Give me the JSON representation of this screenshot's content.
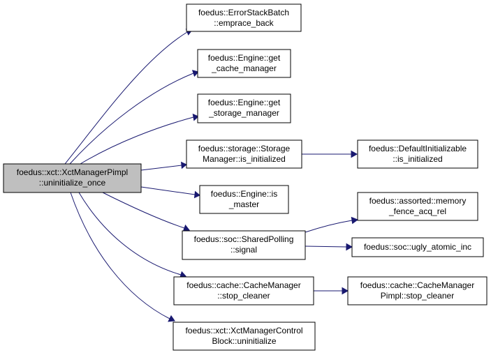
{
  "colors": {
    "edge": "#191970",
    "root_fill": "#bfbfbf",
    "node_fill": "#ffffff",
    "node_border": "#000000"
  },
  "nodes": {
    "root": {
      "line1": "foedus::xct::XctManagerPimpl",
      "line2": "::uninitialize_once"
    },
    "errstack": {
      "line1": "foedus::ErrorStackBatch",
      "line2": "::emprace_back"
    },
    "getcache": {
      "line1": "foedus::Engine::get",
      "line2": "_cache_manager"
    },
    "getstorage": {
      "line1": "foedus::Engine::get",
      "line2": "_storage_manager"
    },
    "storagemgr": {
      "line1": "foedus::storage::Storage",
      "line2": "Manager::is_initialized"
    },
    "ismaster": {
      "line1": "foedus::Engine::is",
      "line2": "_master"
    },
    "sharedpolling": {
      "line1": "foedus::soc::SharedPolling",
      "line2": "::signal"
    },
    "cachestop": {
      "line1": "foedus::cache::CacheManager",
      "line2": "::stop_cleaner"
    },
    "ctrlblock": {
      "line1": "foedus::xct::XctManagerControl",
      "line2": "Block::uninitialize"
    },
    "definit": {
      "line1": "foedus::DefaultInitializable",
      "line2": "::is_initialized"
    },
    "memfence": {
      "line1": "foedus::assorted::memory",
      "line2": "_fence_acq_rel"
    },
    "uglyatomic": {
      "line1": "foedus::soc::ugly_atomic_inc"
    },
    "pimplstop": {
      "line1": "foedus::cache::CacheManager",
      "line2": "Pimpl::stop_cleaner"
    }
  }
}
